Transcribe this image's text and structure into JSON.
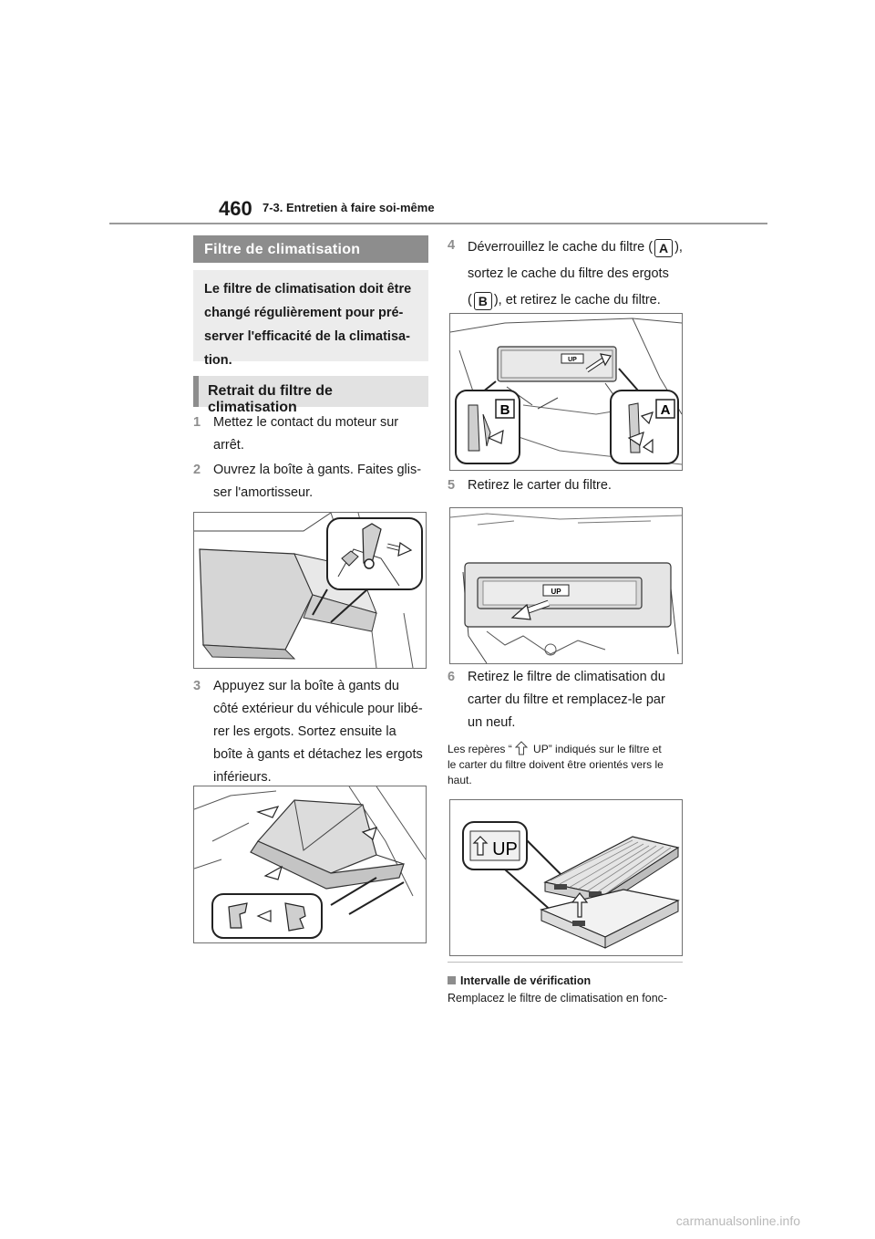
{
  "header": {
    "page_number": "460",
    "section": "7-3. Entretien à faire soi-même"
  },
  "left": {
    "heading1": "Filtre de climatisation",
    "intro_lines": [
      "Le filtre de climatisation doit être",
      "changé régulièrement pour pré-",
      "server l'efficacité de la climatisa-",
      "tion."
    ],
    "heading2": "Retrait du filtre de climatisation",
    "step1": {
      "num": "1",
      "lines": [
        "Mettez le contact du moteur sur",
        "arrêt."
      ]
    },
    "step2": {
      "num": "2",
      "lines": [
        "Ouvrez la boîte à gants. Faites glis-",
        "ser l'amortisseur."
      ]
    },
    "step3": {
      "num": "3",
      "lines": [
        "Appuyez sur la boîte à gants du",
        "côté extérieur du véhicule pour libé-",
        "rer les ergots. Sortez ensuite la",
        "boîte à gants et détachez les ergots",
        "inférieurs."
      ]
    }
  },
  "right": {
    "step4": {
      "num": "4",
      "line1_a": "Déverrouillez le cache du filtre (",
      "label_a": "A",
      "line1_b": "),",
      "line2": "sortez le cache du filtre des ergots",
      "line3_a": "(",
      "label_b": "B",
      "line3_b": "), et retirez le cache du filtre."
    },
    "fig4_labels": {
      "b": "B",
      "a": "A",
      "up": "UP"
    },
    "step5": {
      "num": "5",
      "lines": [
        "Retirez le carter du filtre."
      ]
    },
    "fig5_labels": {
      "up": "UP"
    },
    "step6": {
      "num": "6",
      "lines": [
        "Retirez le filtre de climatisation du",
        "carter du filtre et remplacez-le par",
        "un neuf."
      ]
    },
    "note_a": "Les repères “",
    "note_b": " UP” indiqués sur le filtre et",
    "note_line2": "le carter du filtre doivent être orientés vers le",
    "note_line3": "haut.",
    "fig6_labels": {
      "up": "UP"
    },
    "subheading": "Intervalle de vérification",
    "continuation": "Remplacez le filtre de climatisation en fonc-"
  },
  "footer": {
    "watermark": "carmanualsonline.info"
  }
}
